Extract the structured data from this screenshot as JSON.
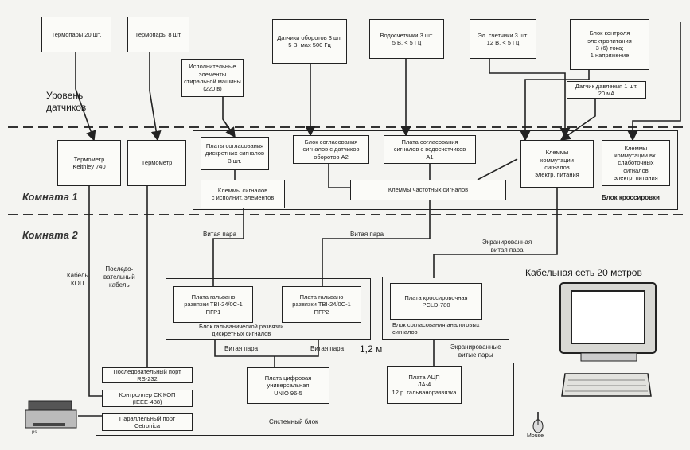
{
  "sensor_level": "Уровень\nдатчиков",
  "room1": "Комната 1",
  "room2": "Комната 2",
  "thermocouples_20": "Термопары 20 шт.",
  "thermocouples_8": "Термопары 8 шт.",
  "actuators": "Исполнительные\nэлементы\nстиральной машины\n(220 в)",
  "rpm_sensors": "Датчики оборотов 3 шт.\n5 В, мах 500 Гц",
  "water_meters": "Водосчетчики 3 шт.\n5 В, < 5 Гц",
  "el_meters": "Эл. счетчики 3 шт.\n12 В, < 5 Гц",
  "power_control": "Блок контроля\nэлектропитания\n3 (6) тока;\n1 напряжение",
  "pressure_sensor": "Датчик давления 1 шт.\n20 мА",
  "thermometer_keithley": "Термометр\nKeithley 740",
  "thermometer": "Термометр",
  "discrete_board": "Платы согласования\nдискретных сигналов\n3 шт.",
  "rpm_board": "Блок согласования\nсигналов с датчиков\nоборотов А2",
  "water_board": "Плата согласования\nсигналов с водосчетчиков\nА1",
  "power_terminals": "Клеммы\nкоммутации\nсигналов\nэлектр. питания",
  "weak_terminals": "Клеммы\nкоммутации вх.\nслаботочных\nсигналов\nэлектр. питания",
  "crossover_label": "Блок кроссировки",
  "actuator_terminals": "Клеммы сигналов\nс исполнит. элементов",
  "freq_terminals": "Клеммы частотных сигналов",
  "twisted_pair_1": "Витая пара",
  "twisted_pair_2": "Витая пара",
  "shielded_pair": "Экранированная\nвитая пара",
  "gpib_cable": "Кабель\nКОП",
  "serial_cable": "Последо-\nвательный\nкабель",
  "network_label": "Кабельная сеть 20 метров",
  "galv1": "Плата гальвано\nразвязки TBI-24/0C-1\nПГР1",
  "galv2": "Плата гальвано\nразвязки TBI-24/0C-1\nПГР2",
  "galv_block": "Блок гальванической развязки\nдискретных сигналов",
  "cross_board": "Плата кроссировочная\nPCLD-780",
  "analog_block": "Блок согласования аналоговых\nсигналов",
  "twisted_pair_3": "Витая пара",
  "twisted_pair_4": "Витая пара",
  "distance": "1,2 м",
  "shielded_pairs": "Экранированные\nвитые пары",
  "serial_port": "Последовательный порт\nRS-232",
  "gpib_controller": "Контроллер СК КОП\n(IEEE-488)",
  "parallel_port": "Параллельный порт\nCetronica",
  "digital_board": "Плата цифровая\nуниверсальная\nUNIO 96-5",
  "adc_board": "Плата АЦП\nЛА-4\n12 р. гальваноразвязка",
  "system_unit": "Системный блок",
  "mouse": "Mouse"
}
